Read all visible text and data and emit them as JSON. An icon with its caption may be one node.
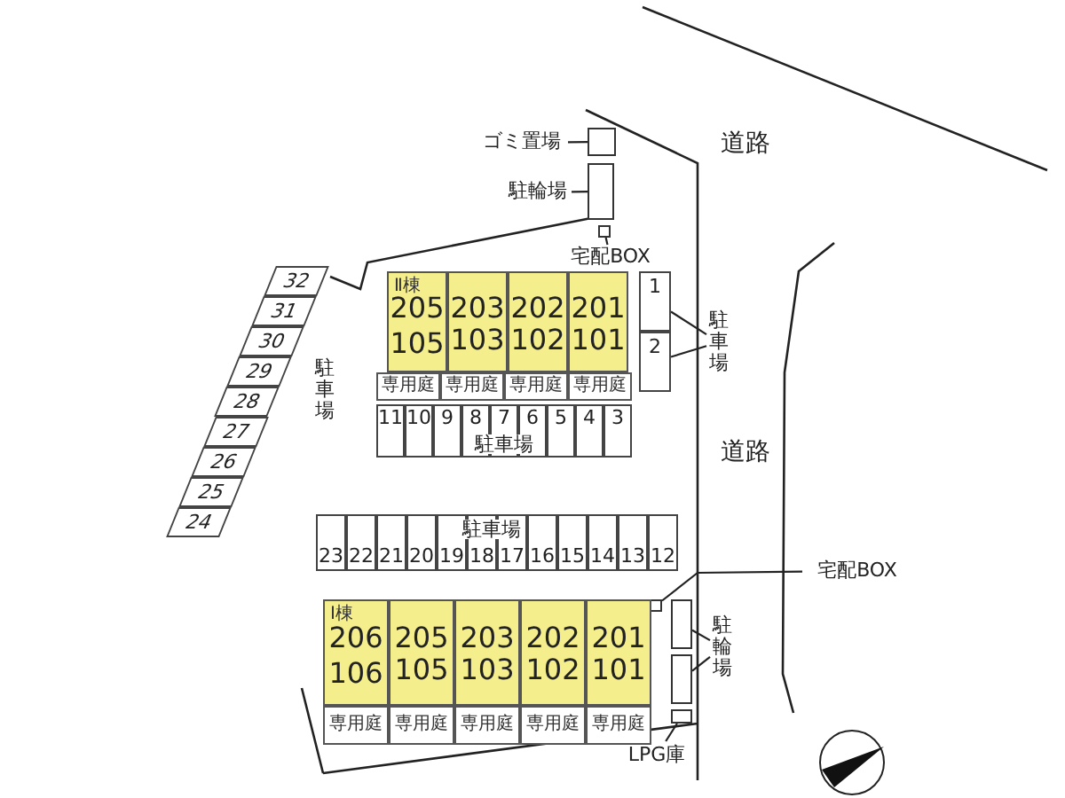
{
  "diagram": {
    "nodes": [
      {
        "text": [
          "ゴミ置場"
        ]
      },
      {
        "text": [],
        "shape": "box"
      },
      {
        "text": [
          "駐輪場"
        ]
      },
      {
        "text": [],
        "shape": "box"
      },
      {
        "text": [],
        "shape": "box"
      },
      {
        "text": [
          "宅配BOX"
        ]
      },
      {
        "text": [
          "Ⅱ棟",
          "205",
          "105"
        ]
      },
      {
        "text": [
          "203",
          "103"
        ]
      },
      {
        "text": [
          "202",
          "102"
        ]
      },
      {
        "text": [
          "201",
          "101"
        ]
      },
      {
        "text": [
          "専用庭"
        ]
      },
      {
        "text": [
          "専用庭"
        ]
      },
      {
        "text": [
          "専用庭"
        ]
      },
      {
        "text": [
          "専用庭"
        ]
      },
      {
        "text": [
          "1"
        ]
      },
      {
        "text": [
          "2"
        ]
      },
      {
        "text": [
          "駐車場"
        ]
      },
      {
        "text": [
          "11"
        ]
      },
      {
        "text": [
          "10"
        ]
      },
      {
        "text": [
          "9"
        ]
      },
      {
        "text": [
          "8"
        ]
      },
      {
        "text": [
          "7"
        ]
      },
      {
        "text": [
          "6"
        ]
      },
      {
        "text": [
          "5"
        ]
      },
      {
        "text": [
          "4"
        ]
      },
      {
        "text": [
          "3"
        ]
      },
      {
        "text": [
          "32"
        ]
      },
      {
        "text": [
          "31"
        ]
      },
      {
        "text": [
          "30"
        ]
      },
      {
        "text": [
          "29"
        ]
      },
      {
        "text": [
          "28"
        ]
      },
      {
        "text": [
          "27"
        ]
      },
      {
        "text": [
          "26"
        ]
      },
      {
        "text": [
          "25"
        ]
      },
      {
        "text": [
          "24"
        ]
      },
      {
        "text": [
          "23"
        ]
      },
      {
        "text": [
          "22"
        ]
      },
      {
        "text": [
          "21"
        ]
      },
      {
        "text": [
          "20"
        ]
      },
      {
        "text": [
          "19"
        ]
      },
      {
        "text": [
          "18"
        ]
      },
      {
        "text": [
          "17"
        ]
      },
      {
        "text": [
          "16"
        ]
      },
      {
        "text": [
          "15"
        ]
      },
      {
        "text": [
          "14"
        ]
      },
      {
        "text": [
          "13"
        ]
      },
      {
        "text": [
          "12"
        ]
      },
      {
        "text": [],
        "shape": "box"
      },
      {
        "text": [
          "宅配BOX"
        ]
      },
      {
        "text": [
          "Ⅰ棟",
          "206",
          "106"
        ]
      },
      {
        "text": [
          "205",
          "105"
        ]
      },
      {
        "text": [
          "203",
          "103"
        ]
      },
      {
        "text": [
          "202",
          "102"
        ]
      },
      {
        "text": [
          "201",
          "101"
        ]
      },
      {
        "text": [
          "専用庭"
        ]
      },
      {
        "text": [
          "専用庭"
        ]
      },
      {
        "text": [
          "専用庭"
        ]
      },
      {
        "text": [
          "専用庭"
        ]
      },
      {
        "text": [
          "専用庭"
        ]
      },
      {
        "text": [],
        "shape": "box"
      },
      {
        "text": [],
        "shape": "box"
      },
      {
        "text": [
          "駐輪場"
        ]
      },
      {
        "text": [],
        "shape": "box"
      },
      {
        "text": [
          "LPG庫"
        ]
      }
    ],
    "edges": [
      {
        "from": 0,
        "to": 1,
        "arrow": "none"
      },
      {
        "from": 2,
        "to": 3,
        "arrow": "none"
      },
      {
        "from": 5,
        "to": 4,
        "arrow": "none"
      },
      {
        "from": 16,
        "to": 14,
        "arrow": "none"
      },
      {
        "from": 16,
        "to": 15,
        "arrow": "none"
      },
      {
        "from": 48,
        "to": 47,
        "arrow": "none"
      },
      {
        "from": 61,
        "to": 59,
        "arrow": "none"
      },
      {
        "from": 61,
        "to": 60,
        "arrow": "none"
      },
      {
        "from": 63,
        "to": 62,
        "arrow": "none"
      }
    ],
    "labels": [
      "道路",
      "駐車場",
      "駐車場",
      "道路",
      "駐車場"
    ]
  }
}
